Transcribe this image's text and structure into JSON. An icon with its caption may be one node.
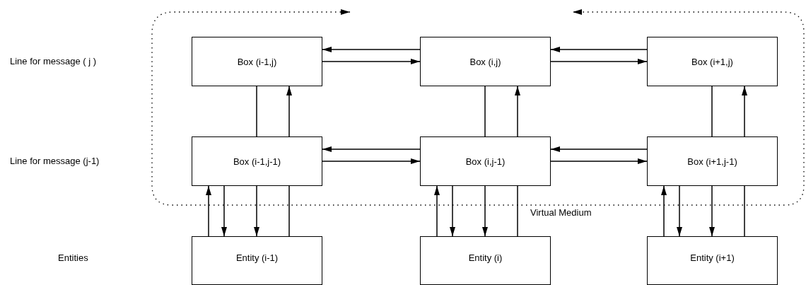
{
  "diagram": {
    "nodes": [
      {
        "text": [
          "Box (i-1,j)"
        ]
      },
      {
        "text": [
          "Box (i,j)"
        ]
      },
      {
        "text": [
          "Box (i+1,j)"
        ]
      },
      {
        "text": [
          "Box (i-1,j-1)"
        ]
      },
      {
        "text": [
          "Box (i,j-1)"
        ]
      },
      {
        "text": [
          "Box (i+1,j-1)"
        ]
      },
      {
        "text": [
          "Entity (i-1)"
        ]
      },
      {
        "text": [
          "Entity (i)"
        ]
      },
      {
        "text": [
          "Entity (i+1)"
        ]
      }
    ],
    "edges": [
      {
        "from": 1,
        "to": 0,
        "arrow": "to"
      },
      {
        "from": 0,
        "to": 1,
        "arrow": "to"
      },
      {
        "from": 2,
        "to": 1,
        "arrow": "to"
      },
      {
        "from": 1,
        "to": 2,
        "arrow": "to"
      },
      {
        "from": 3,
        "to": 0,
        "arrow": "none"
      },
      {
        "from": 3,
        "to": 0,
        "arrow": "to"
      },
      {
        "from": 4,
        "to": 1,
        "arrow": "none"
      },
      {
        "from": 4,
        "to": 1,
        "arrow": "to"
      },
      {
        "from": 5,
        "to": 2,
        "arrow": "none"
      },
      {
        "from": 5,
        "to": 2,
        "arrow": "to"
      },
      {
        "from": 4,
        "to": 3,
        "arrow": "to"
      },
      {
        "from": 3,
        "to": 4,
        "arrow": "to"
      },
      {
        "from": 5,
        "to": 4,
        "arrow": "to"
      },
      {
        "from": 4,
        "to": 5,
        "arrow": "to"
      },
      {
        "from": 6,
        "to": 3,
        "arrow": "to"
      },
      {
        "from": 3,
        "to": 6,
        "arrow": "to"
      },
      {
        "from": 3,
        "to": 6,
        "arrow": "to"
      },
      {
        "from": 6,
        "to": 3,
        "arrow": "none"
      },
      {
        "from": 7,
        "to": 4,
        "arrow": "to"
      },
      {
        "from": 4,
        "to": 7,
        "arrow": "to"
      },
      {
        "from": 4,
        "to": 7,
        "arrow": "to"
      },
      {
        "from": 7,
        "to": 4,
        "arrow": "none"
      },
      {
        "from": 8,
        "to": 5,
        "arrow": "to"
      },
      {
        "from": 5,
        "to": 8,
        "arrow": "to"
      },
      {
        "from": 5,
        "to": 8,
        "arrow": "to"
      },
      {
        "from": 8,
        "to": 5,
        "arrow": "none"
      }
    ],
    "labels": [
      "Line for message ( j )",
      "Line for message (j-1)",
      "Entities",
      "Virtual Medium"
    ]
  }
}
